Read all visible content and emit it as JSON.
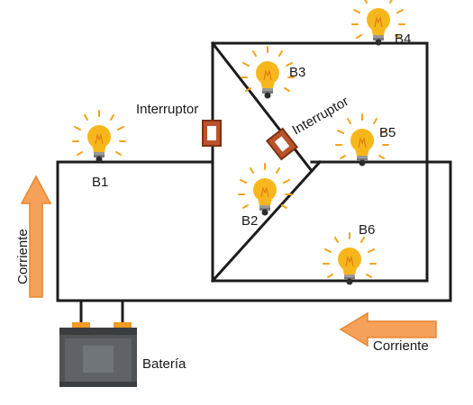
{
  "labels": {
    "b1": "B1",
    "b2": "B2",
    "b3": "B3",
    "b4": "B4",
    "b5": "B5",
    "b6": "B6",
    "switch_left": "Interruptor",
    "switch_diag": "Interruptor",
    "current_left": "Corriente",
    "current_bottom": "Corriente",
    "battery": "Batería"
  },
  "colors": {
    "wire": "#1c1c1c",
    "bulb": "#f7b71c",
    "bulb_glow": "#f6a21a",
    "arrow": "#f5a15a",
    "switch": "#b9532a",
    "battery_body": "#4f5356",
    "battery_terminal": "#f39a23"
  },
  "icons": {
    "bulb": "light-bulb-icon",
    "switch": "switch-icon",
    "battery": "battery-icon",
    "arrow": "arrow-icon"
  }
}
